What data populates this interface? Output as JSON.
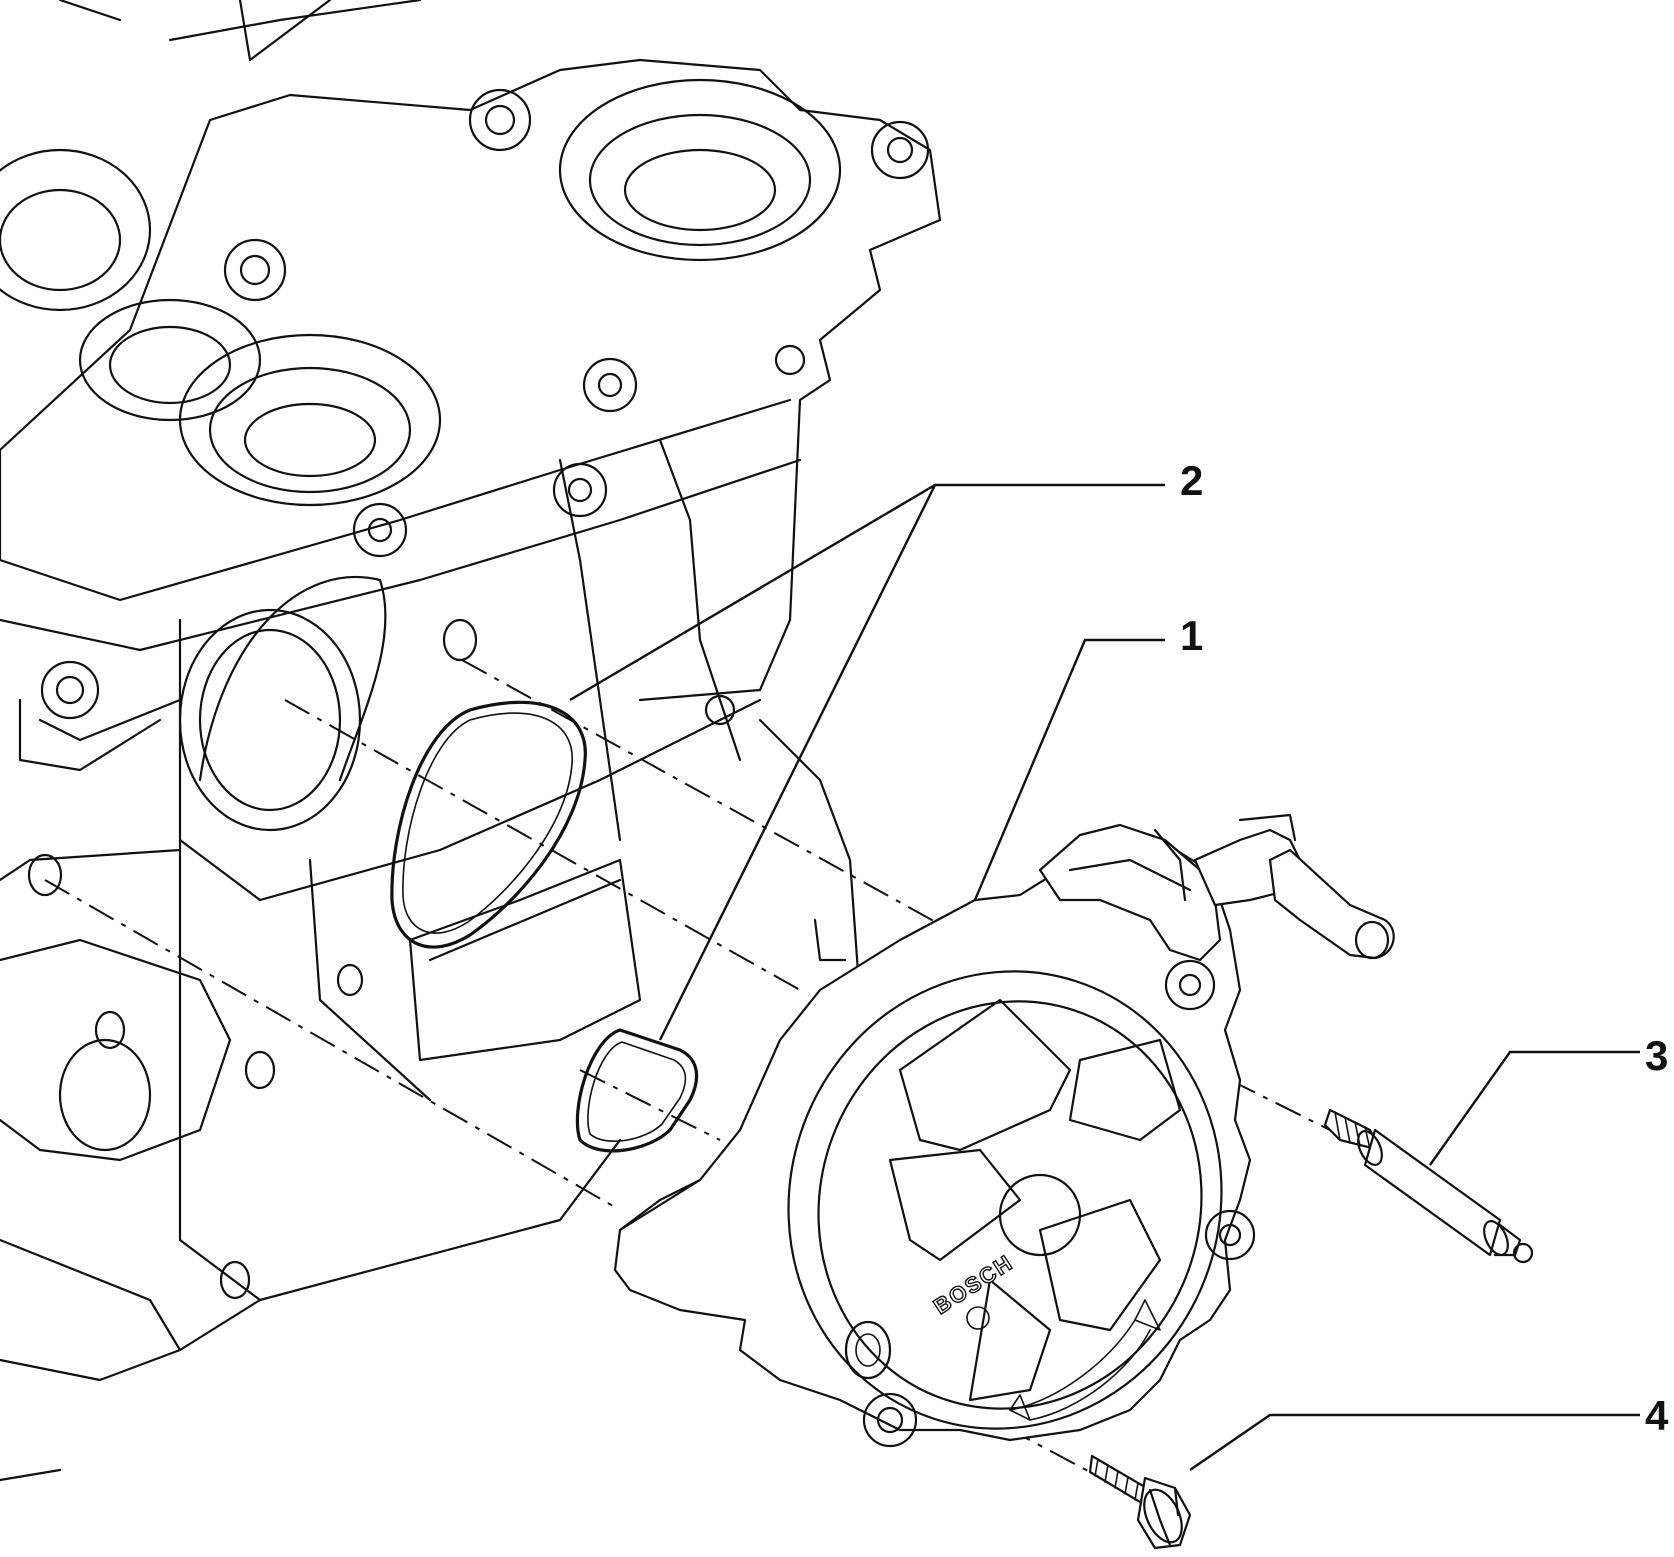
{
  "diagram": {
    "callouts": [
      {
        "id": "1",
        "label": "1"
      },
      {
        "id": "2",
        "label": "2"
      },
      {
        "id": "3",
        "label": "3"
      },
      {
        "id": "4",
        "label": "4"
      }
    ],
    "pump_brand": "BOSCH"
  }
}
